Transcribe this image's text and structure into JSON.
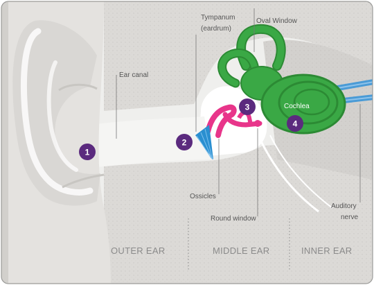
{
  "labels": {
    "ear_canal": "Ear canal",
    "tympanum_line1": "Tympanum",
    "tympanum_line2": "(eardrum)",
    "oval_window": "Oval Window",
    "cochlea": "Cochlea",
    "ossicles": "Ossicles",
    "round_window": "Round window",
    "auditory_line1": "Auditory",
    "auditory_line2": "nerve"
  },
  "sections": {
    "outer": "OUTER EAR",
    "middle": "MIDDLE EAR",
    "inner": "INNER EAR"
  },
  "badges": [
    "1",
    "2",
    "3",
    "4"
  ],
  "colors": {
    "background": "#ececea",
    "tissue": "#d8d6d3",
    "canal": "#f4f4f2",
    "green": "#3aa845",
    "green_dark": "#2c8a34",
    "pink": "#e8358a",
    "blue": "#2a8fd0",
    "nerve": "#4a9bd6",
    "badge": "#5b2a7e"
  }
}
